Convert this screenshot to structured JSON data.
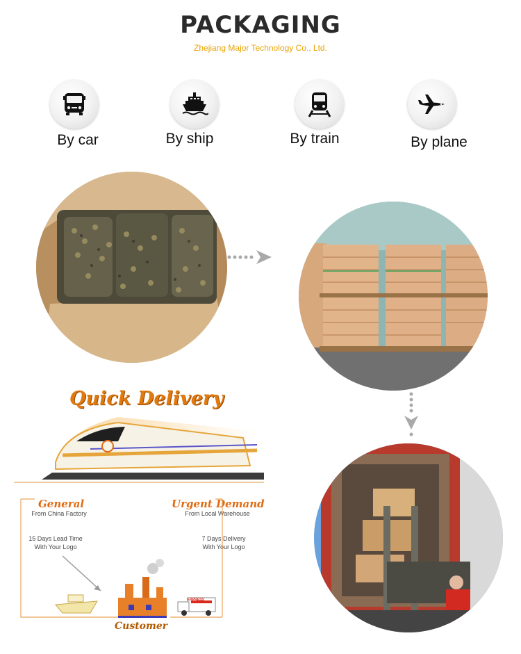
{
  "header": {
    "title": "PACKAGING",
    "subtitle": "Zhejiang Major Technology Co., Ltd."
  },
  "shipping_modes": [
    {
      "label": "By car",
      "icon": "bus-icon"
    },
    {
      "label": "By ship",
      "icon": "ship-icon"
    },
    {
      "label": "By train",
      "icon": "train-icon"
    },
    {
      "label": "By plane",
      "icon": "plane-icon"
    }
  ],
  "quick_delivery": {
    "title": "Quick Delivery",
    "general": {
      "heading": "General",
      "source": "From China Factory",
      "lead_time": "15 Days Lead Time",
      "logo_note": "With Your Logo"
    },
    "urgent": {
      "heading": "Urgent Demand",
      "source": "From Local Warehouse",
      "lead_time": "7 Days Delivery",
      "logo_note": "With Your Logo"
    },
    "destination": "Customer",
    "truck_label": "EXPRESS"
  },
  "colors": {
    "accent": "#e8a300",
    "delivery_orange": "#e07a10",
    "arrow_grey": "#a9a9a9"
  }
}
